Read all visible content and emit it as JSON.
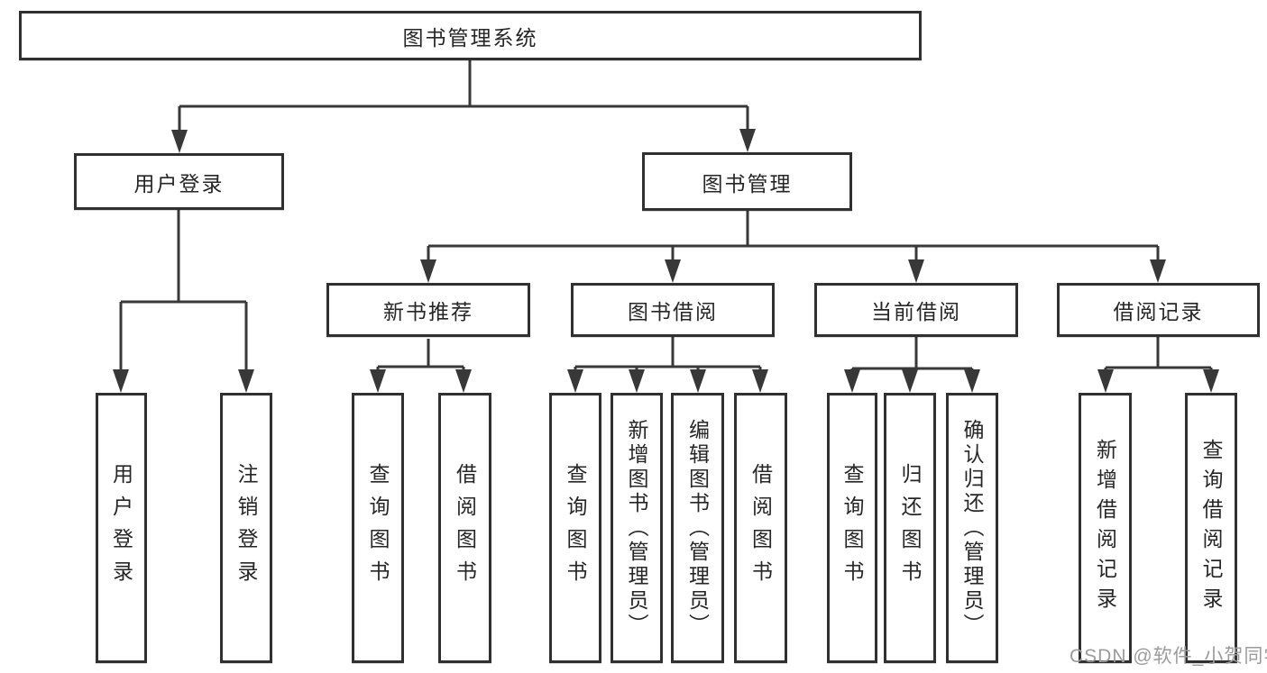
{
  "tree": {
    "root": {
      "label": "图书管理系统"
    },
    "l2": [
      {
        "label": "用户登录"
      },
      {
        "label": "图书管理"
      }
    ],
    "l3": [
      {
        "label": "新书推荐"
      },
      {
        "label": "图书借阅"
      },
      {
        "label": "当前借阅"
      },
      {
        "label": "借阅记录"
      }
    ],
    "leaves": [
      {
        "label": "用户登录"
      },
      {
        "label": "注销登录"
      },
      {
        "label": "查询图书"
      },
      {
        "label": "借阅图书"
      },
      {
        "label": "查询图书"
      },
      {
        "label": "新增图书（管理员）"
      },
      {
        "label": "编辑图书（管理员）"
      },
      {
        "label": "借阅图书"
      },
      {
        "label": "查询图书"
      },
      {
        "label": "归还图书"
      },
      {
        "label": "确认归还（管理员）"
      },
      {
        "label": "新增借阅记录"
      },
      {
        "label": "查询借阅记录"
      }
    ]
  },
  "watermark": {
    "text": "CSDN @软件_小贺同学"
  },
  "colors": {
    "line": "#383838",
    "box_border": "#303030",
    "box_background": "#ffffff",
    "text": "#262626",
    "watermark": "#9b9b9b"
  }
}
